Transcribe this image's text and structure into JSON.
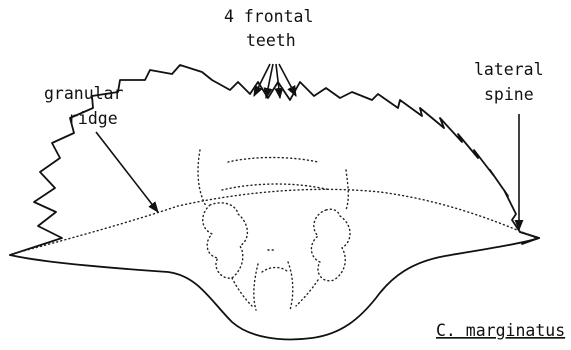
{
  "labels": {
    "frontal_teeth_line1": "4 frontal",
    "frontal_teeth_line2": "teeth",
    "lateral_spine_line1": "lateral",
    "lateral_spine_line2": "spine",
    "granular_ridge_line1": "granular",
    "granular_ridge_line2": "ridge",
    "species": "C. marginatus"
  },
  "colors": {
    "ink": "#111111",
    "background": "#ffffff"
  }
}
